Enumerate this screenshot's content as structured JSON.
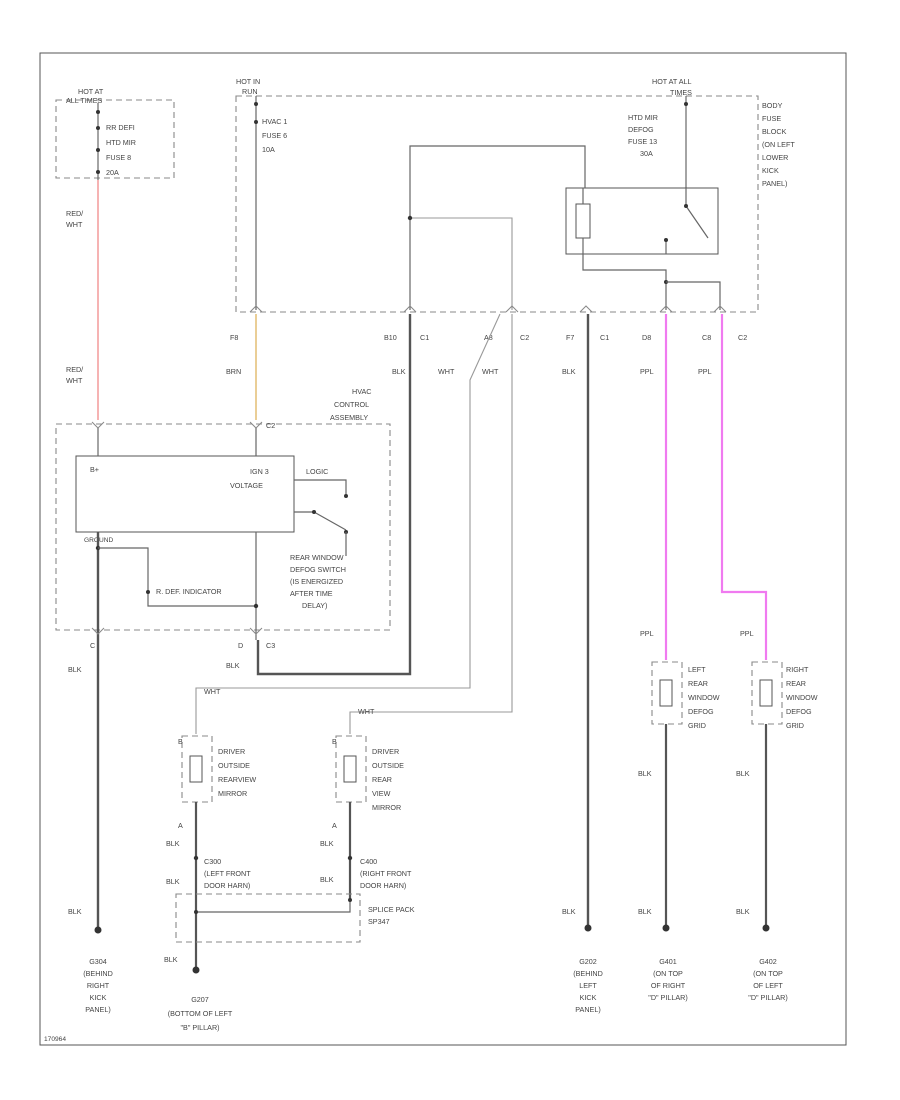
{
  "colors": {
    "red_wht": "#f3a0a0",
    "brn": "#e8c98a",
    "ppl": "#f07af0",
    "blk": "#555555",
    "wht": "#bbbbbb"
  },
  "labels": {
    "hot_alltimes_left": [
      "HOT AT",
      "ALL TIMES"
    ],
    "fuse_left": [
      "RR DEFI",
      "HTD MIR",
      "FUSE 8",
      "20A"
    ],
    "hot_run": [
      "HOT IN",
      "RUN"
    ],
    "fuse_hvac": [
      "HVAC 1",
      "FUSE 6",
      "10A"
    ],
    "hot_alltimes_right": [
      "HOT AT ALL",
      "TIMES"
    ],
    "fuse_right": [
      "HTD MIR",
      "DEFOG",
      "FUSE 13",
      "30A"
    ],
    "body_fuse_block": [
      "BODY",
      "FUSE",
      "BLOCK",
      "(ON LEFT",
      "LOWER",
      "KICK",
      "PANEL)"
    ],
    "conn_f8": "F8",
    "conn_b10": "B10",
    "conn_c1a": "C1",
    "conn_a8": "A8",
    "conn_c2a": "C2",
    "conn_f7": "F7",
    "conn_c1b": "C1",
    "conn_d8": "D8",
    "conn_c8": "C8",
    "conn_c2b": "C2",
    "wire_red_wht_top": [
      "RED/",
      "WHT"
    ],
    "wire_red_wht_bot": [
      "RED/",
      "WHT"
    ],
    "wire_brn": "BRN",
    "wire_blk_b10": "BLK",
    "wire_wht_a8": "WHT",
    "wire_wht_c2": "WHT",
    "wire_blk_f7": "BLK",
    "wire_ppl_d8": "PPL",
    "wire_ppl_c8": "PPL",
    "hvac_assembly": [
      "HVAC",
      "CONTROL",
      "ASSEMBLY"
    ],
    "b_plus": "B+",
    "ign3_voltage": [
      "IGN 3",
      "VOLTAGE"
    ],
    "logic": "LOGIC",
    "ground_lbl": "GROUND",
    "rr_def_indicator": "R. DEF. INDICATOR",
    "rear_window_switch": [
      "REAR WINDOW",
      "DEFOG SWITCH",
      "(IS ENERGIZED",
      "AFTER TIME",
      "DELAY)"
    ],
    "conn_c3": "C3",
    "conn_c3_pin": "D",
    "conn_c3_left_pin": "C",
    "wire_blk_left": "BLK",
    "wire_blk_c3": "BLK",
    "wire_wht_driver": "WHT",
    "wire_wht_pass": "WHT",
    "driver_mirror": [
      "DRIVER",
      "OUTSIDE",
      "REARVIEW",
      "MIRROR"
    ],
    "pass_mirror": [
      "DRIVER",
      "OUTSIDE",
      "REAR",
      "VIEW",
      "MIRROR"
    ],
    "pin_b_left": "B",
    "pin_b_right": "B",
    "pin_a_left": "A",
    "pin_a_right": "A",
    "wire_blk_dm": "BLK",
    "wire_blk_pm": "BLK",
    "c_left_door": [
      "C300",
      "(LEFT FRONT",
      "DOOR HARN)"
    ],
    "c_right_door": [
      "C400",
      "(RIGHT FRONT",
      "DOOR HARN)"
    ],
    "wire_blk_sl": "BLK",
    "wire_blk_sr": "BLK",
    "splice_pack": [
      "SPLICE PACK",
      "SP347"
    ],
    "wire_blk_g": "BLK",
    "ground_g304": [
      "G304",
      "(BEHIND",
      "RIGHT",
      "KICK",
      "PANEL)"
    ],
    "ground_g207": [
      "G207",
      "(BOTTOM OF LEFT",
      "\"B\" PILLAR)"
    ],
    "ground_g202": [
      "G202",
      "(BEHIND",
      "LEFT",
      "KICK",
      "PANEL)"
    ],
    "ground_g401": [
      "G401",
      "(ON TOP",
      "OF RIGHT",
      "\"D\" PILLAR)"
    ],
    "ground_g402": [
      "G402",
      "(ON TOP",
      "OF LEFT",
      "\"D\" PILLAR)"
    ],
    "wire_blk_g304": "BLK",
    "wire_blk_g202": "BLK",
    "wire_blk_g401": "BLK",
    "wire_blk_g402": "BLK",
    "ppl_lrg": "PPL",
    "ppl_rrg": "PPL",
    "left_grid": [
      "LEFT",
      "REAR",
      "WINDOW",
      "DEFOG",
      "GRID"
    ],
    "right_grid": [
      "RIGHT",
      "REAR",
      "WINDOW",
      "DEFOG",
      "GRID"
    ],
    "wire_blk_lrg": "BLK",
    "wire_blk_rrg": "BLK",
    "footer_code": "170964"
  }
}
